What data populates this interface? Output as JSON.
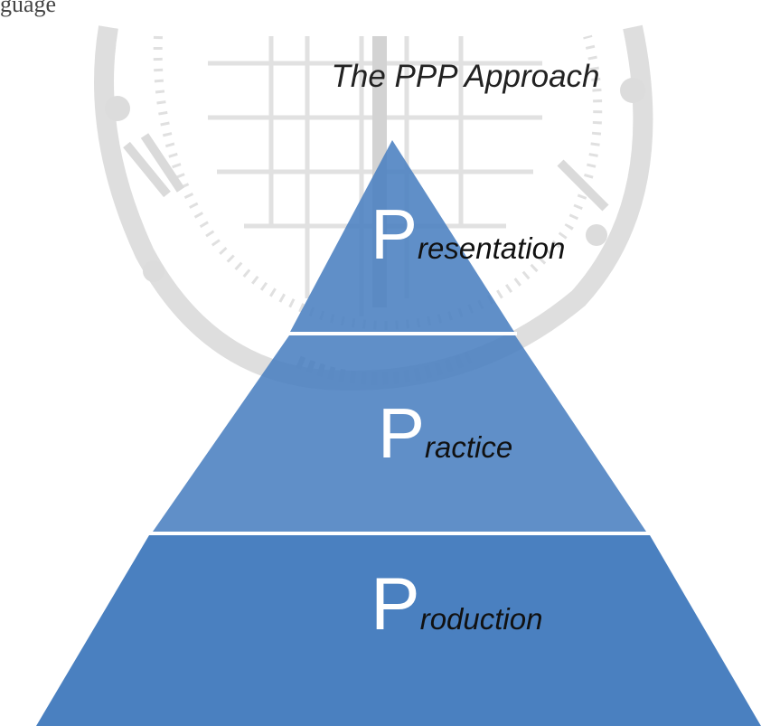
{
  "top_fragment": "guage",
  "title": "The PPP Approach",
  "layers": [
    {
      "initial": "P",
      "rest": "resentation"
    },
    {
      "initial": "P",
      "rest": "ractice"
    },
    {
      "initial": "P",
      "rest": "roduction"
    }
  ],
  "colors": {
    "pyramid_blue": "#4a80c0",
    "watermark_gray": "#b9b9b9",
    "initial_text": "#ffffff",
    "rest_text": "#111111",
    "title_text": "#222222",
    "divider": "#ffffff"
  },
  "watermark": "university seal"
}
